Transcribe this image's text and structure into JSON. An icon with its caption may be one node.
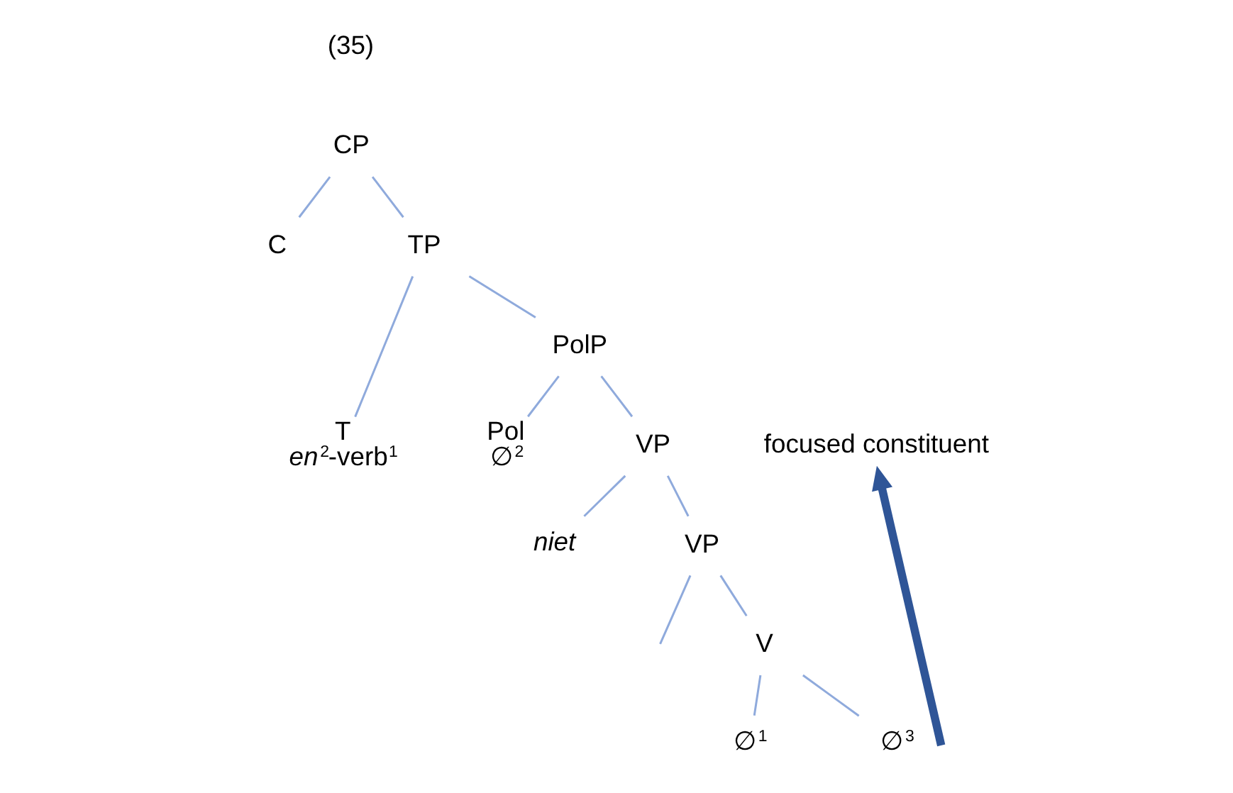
{
  "diagram": {
    "nodes": [
      {
        "text": [
          "CP"
        ]
      },
      {
        "text": [
          "C"
        ]
      },
      {
        "text": [
          "TP"
        ]
      },
      {
        "text": [
          "T",
          "*en*$^{2}$-verb$^{1}$"
        ]
      },
      {
        "text": [
          "PolP"
        ]
      },
      {
        "text": [
          "Pol",
          "∅$^{2}$"
        ]
      },
      {
        "text": [
          "VP"
        ]
      },
      {
        "text": [
          "*niet*"
        ]
      },
      {
        "text": [
          "VP"
        ]
      },
      {
        "text": [
          "V"
        ]
      },
      {
        "text": [
          "∅$^{1}$"
        ]
      },
      {
        "text": [
          "∅$^{3}$"
        ]
      },
      {
        "text": [
          "focused constituent"
        ]
      }
    ],
    "edges": [
      {
        "from": 0,
        "to": 1,
        "arrow": "none"
      },
      {
        "from": 0,
        "to": 2,
        "arrow": "none"
      },
      {
        "from": 2,
        "to": 3,
        "arrow": "none"
      },
      {
        "from": 2,
        "to": 4,
        "arrow": "none"
      },
      {
        "from": 4,
        "to": 5,
        "arrow": "none"
      },
      {
        "from": 4,
        "to": 6,
        "arrow": "none"
      },
      {
        "from": 6,
        "to": 7,
        "arrow": "none"
      },
      {
        "from": 6,
        "to": 8,
        "arrow": "none"
      },
      {
        "from": 8,
        "to": null,
        "arrow": "none"
      },
      {
        "from": 8,
        "to": 9,
        "arrow": "none"
      },
      {
        "from": 9,
        "to": 10,
        "arrow": "none"
      },
      {
        "from": 9,
        "to": 11,
        "arrow": "none"
      },
      {
        "from": 11,
        "to": 12,
        "arrow": "to",
        "style": "thick",
        "color": "#2f5597"
      }
    ],
    "labels": [
      "(35)"
    ]
  }
}
